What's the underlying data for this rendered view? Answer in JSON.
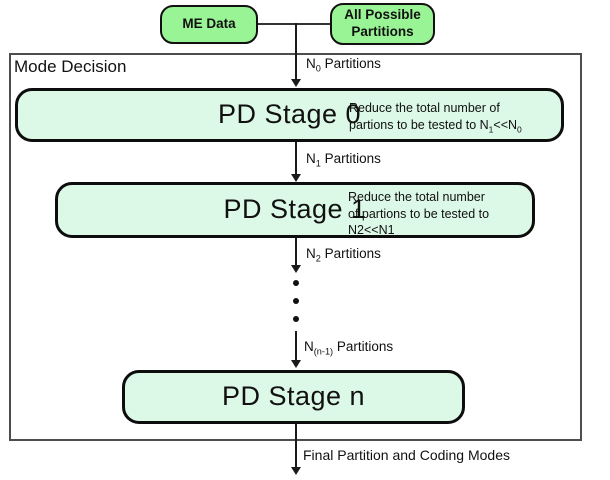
{
  "diagram": {
    "source_boxes": {
      "me_data": "ME Data",
      "all_possible_line1": "All Possible",
      "all_possible_line2": "Partitions"
    },
    "container_title": "Mode Decision",
    "stages": [
      {
        "title": "PD Stage 0",
        "note_line1": "Reduce the total number of",
        "note_line2_pre": "partions to be tested to N",
        "note_line2_sub1": "1",
        "note_line2_mid": "<<N",
        "note_line2_sub2": "0"
      },
      {
        "title": "PD Stage 1",
        "note_line1": "Reduce the total number",
        "note_line2": "of partions to be tested to",
        "note_line3": "N2<<N1"
      },
      {
        "title": "PD Stage n"
      }
    ],
    "arrows": [
      {
        "base": "N",
        "sub": "0",
        "rest": " Partitions"
      },
      {
        "base": "N",
        "sub": "1",
        "rest": " Partitions"
      },
      {
        "base": "N",
        "sub": "2",
        "rest": " Partitions"
      },
      {
        "base": "N",
        "sub": "(n-1)",
        "rest": " Partitions"
      }
    ],
    "final_label": "Final Partition and Coding Modes",
    "colors": {
      "source_box_fill": "#98F494",
      "stage_box_fill": "#DCF8E7",
      "box_border": "#000000",
      "container_border": "#4D4D4D"
    }
  }
}
